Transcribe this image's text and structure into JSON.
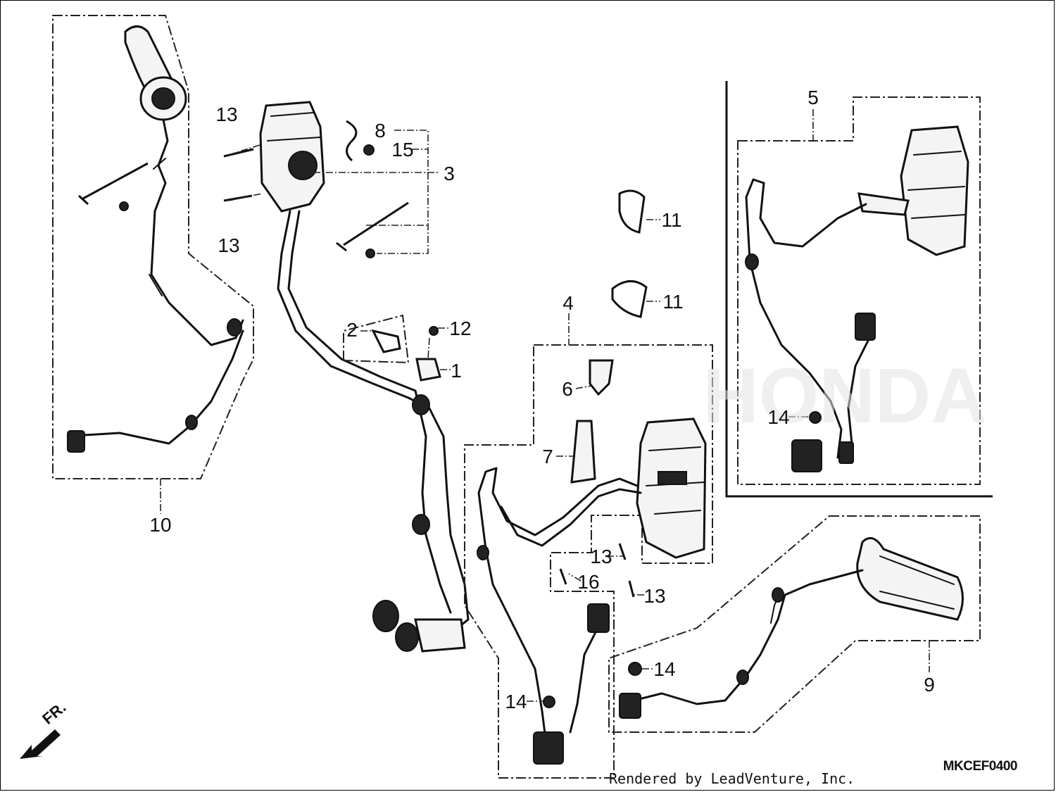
{
  "callouts": {
    "c1": "1",
    "c2": "2",
    "c3": "3",
    "c4": "4",
    "c5": "5",
    "c6": "6",
    "c7": "7",
    "c8": "8",
    "c9": "9",
    "c10": "10",
    "c11a": "11",
    "c11b": "11",
    "c12": "12",
    "c13a": "13",
    "c13b": "13",
    "c13c": "13",
    "c13d": "13",
    "c14a": "14",
    "c14b": "14",
    "c14c": "14",
    "c15": "15",
    "c16": "16"
  },
  "diagram_code": "MKCEF0400",
  "credit": "Rendered by LeadVenture, Inc.",
  "direction_label": "FR.",
  "icons": {
    "direction": "arrow-front-icon"
  },
  "colors": {
    "line": "#111111",
    "background": "#ffffff"
  }
}
